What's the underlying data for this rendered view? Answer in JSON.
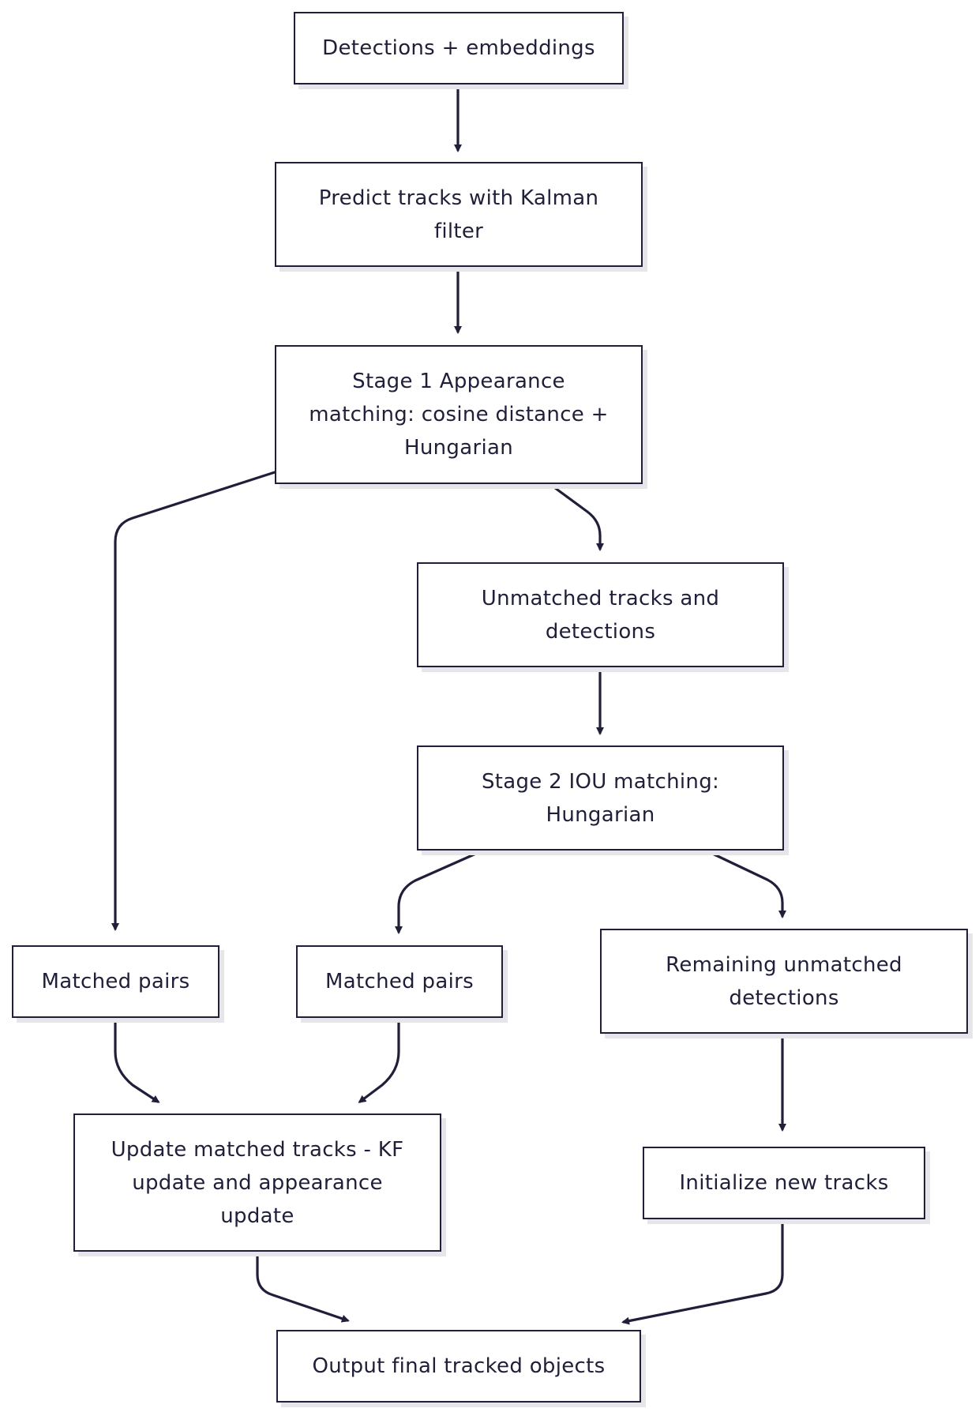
{
  "diagram": {
    "nodes": {
      "detections": "Detections + embeddings",
      "predict": "Predict tracks with Kalman filter",
      "stage1": "Stage 1 Appearance matching: cosine distance + Hungarian",
      "unmatched": "Unmatched tracks and detections",
      "stage2": "Stage 2 IOU matching: Hungarian",
      "matched_left": "Matched pairs",
      "matched_mid": "Matched pairs",
      "remaining": "Remaining unmatched detections",
      "update": "Update matched tracks - KF update and appearance update",
      "initialize": "Initialize new tracks",
      "output": "Output final tracked objects"
    },
    "edges": [
      {
        "from": "detections",
        "to": "predict"
      },
      {
        "from": "predict",
        "to": "stage1"
      },
      {
        "from": "stage1",
        "to": "matched_left"
      },
      {
        "from": "stage1",
        "to": "unmatched"
      },
      {
        "from": "unmatched",
        "to": "stage2"
      },
      {
        "from": "stage2",
        "to": "matched_mid"
      },
      {
        "from": "stage2",
        "to": "remaining"
      },
      {
        "from": "matched_left",
        "to": "update"
      },
      {
        "from": "matched_mid",
        "to": "update"
      },
      {
        "from": "remaining",
        "to": "initialize"
      },
      {
        "from": "update",
        "to": "output"
      },
      {
        "from": "initialize",
        "to": "output"
      }
    ],
    "colors": {
      "stroke": "#1f1f3a",
      "shadow": "#e6e6ea",
      "background": "#ffffff"
    }
  }
}
